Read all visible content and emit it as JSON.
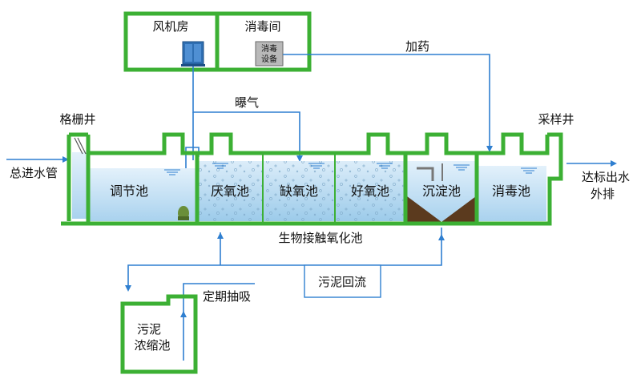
{
  "colors": {
    "wall": "#3cb034",
    "water": "#cfe6f6",
    "water_deep": "#a9d2ee",
    "pipe": "#2f7fd0",
    "sludge": "#5b3a1e"
  },
  "building": {
    "blower_room": "风机房",
    "disinfection_room": "消毒间",
    "disinfection_device_line1": "消毒",
    "disinfection_device_line2": "设备"
  },
  "labels": {
    "dosing": "加药",
    "aeration": "曝气",
    "grille_well": "格栅井",
    "sampling_well": "采样井",
    "inlet_pipe": "总进水管",
    "outlet_line1": "达标出水",
    "outlet_line2": "外排",
    "bio_contact_tank": "生物接触氧化池",
    "sludge_return": "污泥回流",
    "periodic_suction": "定期抽吸",
    "sludge_thickener_line1": "污泥",
    "sludge_thickener_line2": "浓缩池"
  },
  "tanks": {
    "regulating": "调节池",
    "anaerobic": "厌氧池",
    "anoxic": "缺氧池",
    "aerobic": "好氧池",
    "sedimentation": "沉淀池",
    "disinfection": "消毒池"
  }
}
